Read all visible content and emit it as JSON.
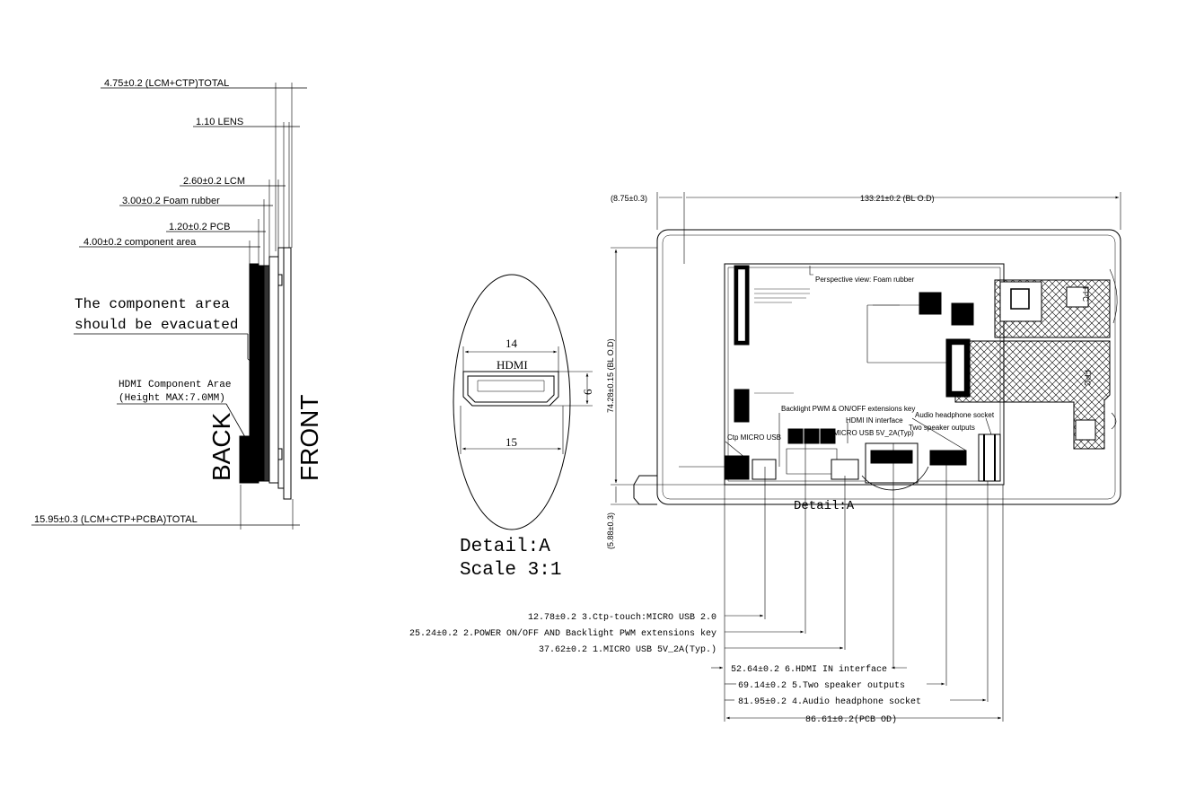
{
  "side_view": {
    "total_thickness": "4.75±0.2 (LCM+CTP)TOTAL",
    "lens": "1.10 LENS",
    "lcm": "2.60±0.2 LCM",
    "foam": "3.00±0.2 Foam rubber",
    "pcb": "1.20±0.2 PCB",
    "component_area": "4.00±0.2 component area",
    "note_line1": "The component area",
    "note_line2": "should be evacuated",
    "hdmi_note_line1": "HDMI Component Arae",
    "hdmi_note_line2": "(Height MAX:7.0MM)",
    "back": "BACK",
    "front": "FRONT",
    "overall_total": "15.95±0.3 (LCM+CTP+PCBA)TOTAL"
  },
  "detail_view": {
    "dim_top": "14",
    "label": "HDMI",
    "dim_right": "6",
    "dim_bottom": "15",
    "caption_line1": "Detail:A",
    "caption_line2": "Scale 3:1"
  },
  "board_view": {
    "offset_left": "(8.75±0.3)",
    "width": "133.21±0.2 (BL O.D)",
    "height": "74.28±0.15 (BL O.D)",
    "offset_bottom": "(5.88±0.3)",
    "perspective": "Perspective view:  Foam rubber",
    "backlight_key": "Backlight PWM & ON/OFF extensions key",
    "hdmi_in": "HDMI IN interface",
    "audio": "Audio headphone socket",
    "speakers": "Two speaker outputs",
    "micro_usb": "MICRO USB 5V_2A(Typ)",
    "ctp_usb": "Ctp MICRO USB",
    "detail_ref": "Detail:A",
    "fpc_label_1": "FPC",
    "fpc_label_2": "FPC"
  },
  "callouts": [
    "12.78±0.2  3.Ctp-touch:MICRO USB 2.0",
    "25.24±0.2  2.POWER ON/OFF AND Backlight PWM extensions key",
    "37.62±0.2  1.MICRO USB 5V_2A(Typ.)",
    "52.64±0.2  6.HDMI IN interface",
    "69.14±0.2  5.Two speaker outputs",
    "81.95±0.2  4.Audio headphone socket",
    "86.61±0.2(PCB OD)"
  ],
  "colors": {
    "ink": "#000000",
    "paper": "#ffffff"
  }
}
